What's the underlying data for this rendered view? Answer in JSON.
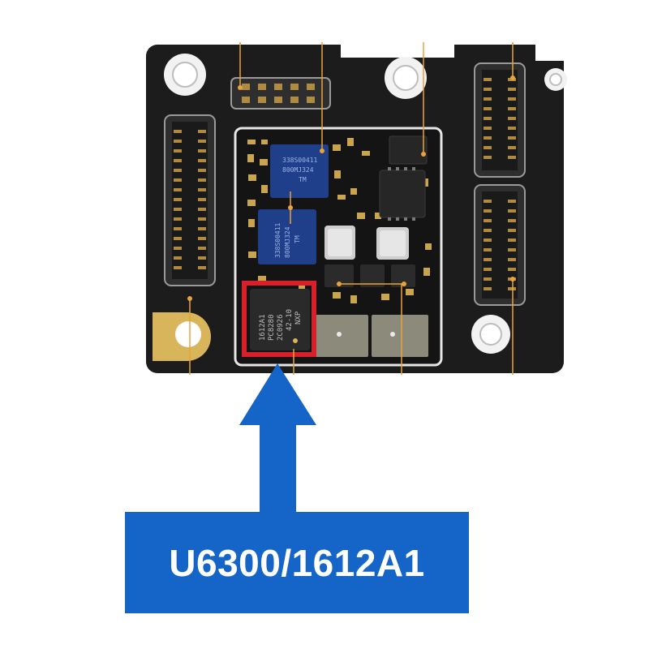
{
  "colors": {
    "board": "#1c1c1c",
    "board_edge": "#2a2a2a",
    "shield_line": "#e6e6e6",
    "trace_orange": "#e8a33a",
    "highlight_red": "#d8202a",
    "arrow_blue": "#1565c8",
    "chip_blue": "#1f3f8a",
    "gold": "#d8b45a",
    "component_tan": "#c9a54f"
  },
  "icons": {
    "pointer": "up-arrow-icon",
    "marker": "highlight-box-icon"
  },
  "chips": {
    "blue_chip_1": [
      "338S00411",
      "800MJ324",
      "TM"
    ],
    "blue_chip_2": [
      "338S00411",
      "800MJ324",
      "TM"
    ],
    "target_chip": [
      "1612A1",
      "PC8280",
      "2C0926",
      "42-10",
      "NXP"
    ]
  },
  "label": {
    "text": "U6300/1612A1"
  }
}
